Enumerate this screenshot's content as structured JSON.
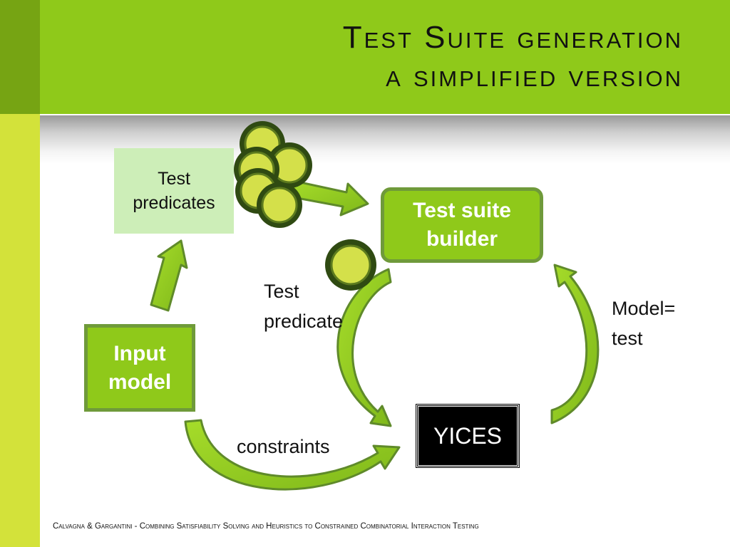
{
  "title": {
    "line1": "Test Suite generation",
    "line2": "a simplified version"
  },
  "diagram": {
    "test_predicates_box": "Test predicates",
    "test_suite_builder_box": "Test suite builder",
    "input_model_box": "Input model",
    "yices_box": "YICES",
    "test_predicate_label": "Test predicate",
    "model_test_label": "Model= test",
    "constraints_label": "constraints"
  },
  "footer": "Calvagna & Gargantini - Combining Satisfiability Solving and Heuristics to Constrained Combinatorial Interaction Testing",
  "colors": {
    "header_green": "#8fc91a",
    "dark_green_strip": "#76a413",
    "lime_strip": "#d3e23a",
    "pale_green_box": "#cdeeb8",
    "box_border": "#6f9a3a",
    "arrow_fill": "#8fc91a",
    "token_fill": "#d4e04a",
    "token_ring": "#2f4a12"
  },
  "icons": [
    "predicate-token-icon",
    "arrow-icon"
  ]
}
